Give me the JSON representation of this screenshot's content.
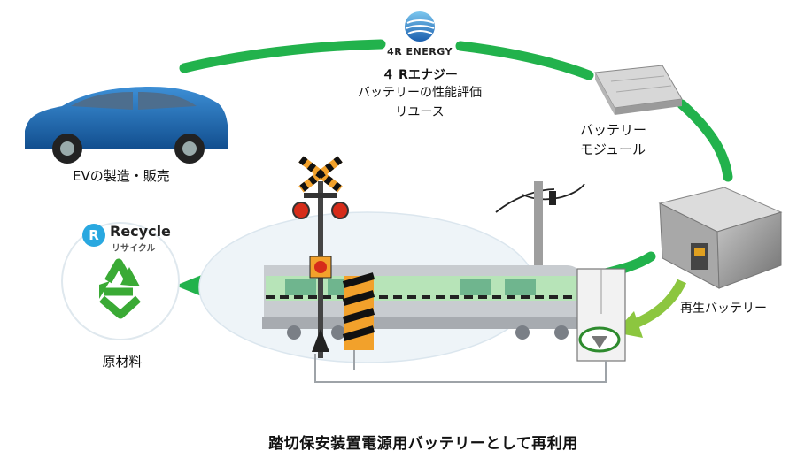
{
  "header": {
    "logo_text": "4R ENERGY",
    "company_name": "４ Rエナジー",
    "company_desc": [
      "バッテリーの性能評価",
      "リユース"
    ]
  },
  "labels": {
    "ev": "EVの製造・販売",
    "battery_module": [
      "バッテリー",
      "モジュール"
    ],
    "regenerated_battery": "再生バッテリー",
    "raw_material": "原材料"
  },
  "recycle": {
    "badge": "R",
    "title": "Recycle",
    "subtitle": "リサイクル"
  },
  "caption": "踏切保安装置電源用バッテリーとして再利用",
  "colors": {
    "flow_green": "#22b24c",
    "light_green_arrow": "#8cc63f",
    "car_blue": "#1e6fb8",
    "recycle_green": "#3aaa35",
    "r_badge_blue": "#29a8e0"
  },
  "icons": [
    "4r-energy-logo-icon",
    "ev-car-icon",
    "battery-module-icon",
    "battery-pack-icon",
    "railroad-crossing-icon",
    "train-icon",
    "recycle-icon"
  ]
}
